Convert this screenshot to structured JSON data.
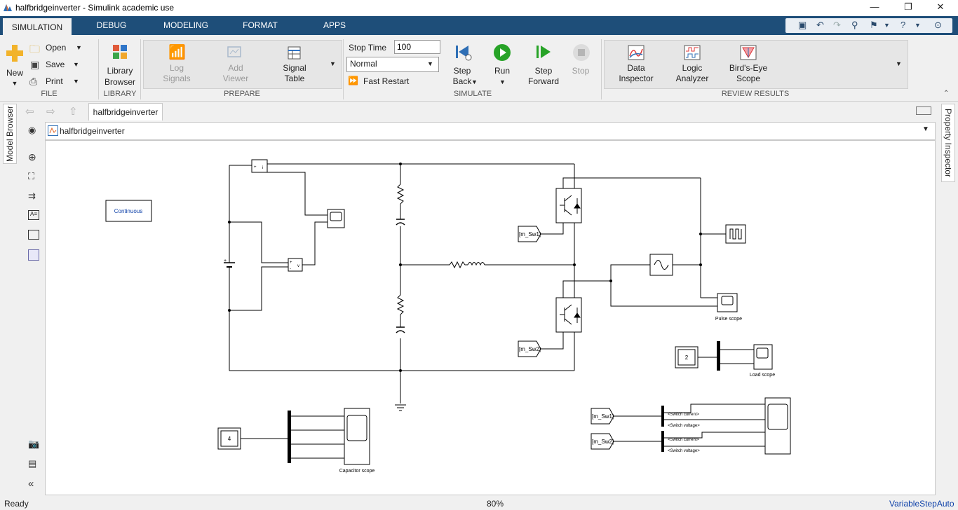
{
  "window": {
    "title": "halfbridgeinverter - Simulink academic use",
    "minimize": "—",
    "restore": "❐",
    "close": "✕"
  },
  "tabs": [
    "SIMULATION",
    "DEBUG",
    "MODELING",
    "FORMAT",
    "APPS"
  ],
  "ribbon": {
    "file": {
      "label": "FILE",
      "new": "New",
      "open": "Open",
      "save": "Save",
      "print": "Print"
    },
    "library": {
      "label": "LIBRARY",
      "browser_line1": "Library",
      "browser_line2": "Browser"
    },
    "prepare": {
      "label": "PREPARE",
      "log_line1": "Log",
      "log_line2": "Signals",
      "add_line1": "Add",
      "add_line2": "Viewer",
      "table_line1": "Signal",
      "table_line2": "Table"
    },
    "simulate": {
      "label": "SIMULATE",
      "stop_time_label": "Stop Time",
      "stop_time_value": "100",
      "mode": "Normal",
      "fast_restart": "Fast Restart",
      "step_back_line1": "Step",
      "step_back_line2": "Back",
      "run": "Run",
      "step_fwd_line1": "Step",
      "step_fwd_line2": "Forward",
      "stop": "Stop"
    },
    "review": {
      "label": "REVIEW RESULTS",
      "data_line1": "Data",
      "data_line2": "Inspector",
      "logic_line1": "Logic",
      "logic_line2": "Analyzer",
      "birds_line1": "Bird's-Eye",
      "birds_line2": "Scope"
    }
  },
  "side_tabs": {
    "left": "Model Browser",
    "right": "Property Inspector"
  },
  "breadcrumb_tab": "halfbridgeinverter",
  "address": "halfbridgeinverter",
  "diagram": {
    "continuous": "Continuous",
    "pulse_scope": "Pulse scope",
    "load_scope": "Load scope",
    "capacitor_scope": "Capacitor scope",
    "goto_sw1": "[m_Sw1]",
    "goto_sw2": "[m_Sw2]",
    "from_sw1": "[m_Sw1]",
    "from_sw2": "[m_Sw2]",
    "const2": "2",
    "const4": "4",
    "sig_current_1": "<Switch current>",
    "sig_voltage_1": "<Switch voltage>",
    "sig_current_2": "<Switch current>",
    "sig_voltage_2": "<Switch voltage>",
    "ammeter_plus": "+",
    "ammeter_i": "i",
    "voltmeter_plus": "+",
    "voltmeter_minus": "-",
    "voltmeter_v": "v",
    "battery_plus": "+"
  },
  "status": {
    "left": "Ready",
    "zoom": "80%",
    "solver": "VariableStepAuto"
  },
  "colors": {
    "tabbar": "#1e4e79",
    "run_green": "#27a327",
    "link_blue": "#0b3fa8"
  }
}
